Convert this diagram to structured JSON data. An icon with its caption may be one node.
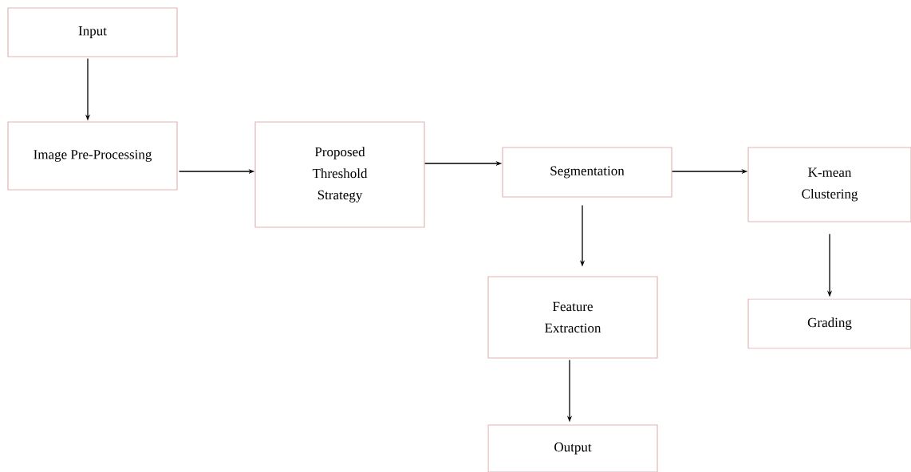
{
  "diagram": {
    "nodes": [
      {
        "text": [
          "Input"
        ]
      },
      {
        "text": [
          "Image Pre-Processing"
        ]
      },
      {
        "text": [
          "Proposed Threshold Strategy"
        ]
      },
      {
        "text": [
          "Segmentation"
        ]
      },
      {
        "text": [
          "K-mean Clustering"
        ]
      },
      {
        "text": [
          "Feature Extraction"
        ]
      },
      {
        "text": [
          "Output"
        ]
      },
      {
        "text": [
          "Grading"
        ]
      }
    ],
    "edges": [
      {
        "from": 0,
        "to": 1,
        "arrow": "to"
      },
      {
        "from": 1,
        "to": 2,
        "arrow": "to"
      },
      {
        "from": 2,
        "to": 3,
        "arrow": "to"
      },
      {
        "from": 3,
        "to": 4,
        "arrow": "to"
      },
      {
        "from": 3,
        "to": 5,
        "arrow": "to"
      },
      {
        "from": 5,
        "to": 6,
        "arrow": "to"
      },
      {
        "from": 4,
        "to": 7,
        "arrow": "to"
      }
    ]
  }
}
